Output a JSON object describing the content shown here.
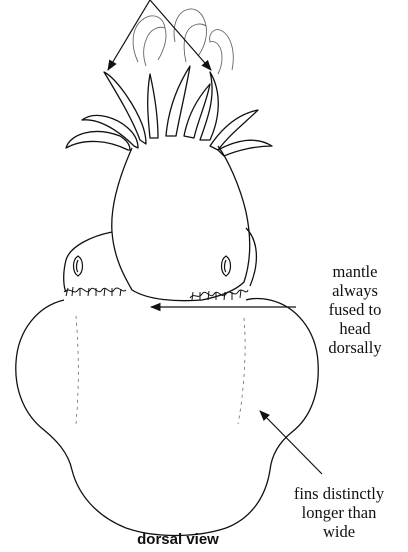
{
  "figure": {
    "view_caption": "dorsal view",
    "annotations": {
      "mantle_fusion": {
        "lines": [
          "mantle",
          "always",
          "fused to",
          "head",
          "dorsally"
        ]
      },
      "fins": {
        "lines": [
          "fins distinctly",
          "longer than",
          "wide"
        ]
      }
    },
    "colors": {
      "ink": "#111111",
      "background": "#ffffff"
    }
  }
}
